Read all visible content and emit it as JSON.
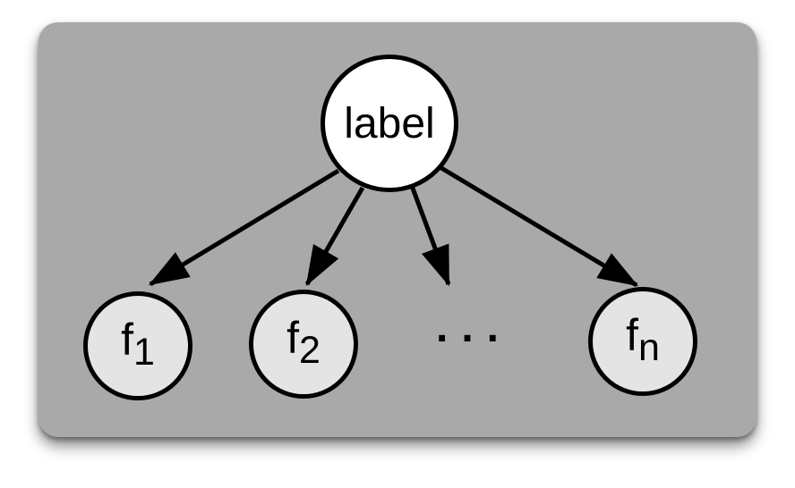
{
  "colors": {
    "page_bg": "#ffffff",
    "panel_bg": "#a9a9a9",
    "root_fill": "#ffffff",
    "leaf_fill": "#e4e4e4",
    "stroke": "#000000"
  },
  "diagram": {
    "root": {
      "label": "label"
    },
    "leaves": [
      {
        "base": "f",
        "sub": "1"
      },
      {
        "base": "f",
        "sub": "2"
      },
      {
        "base": "f",
        "sub": "n"
      }
    ],
    "ellipsis": "..."
  }
}
